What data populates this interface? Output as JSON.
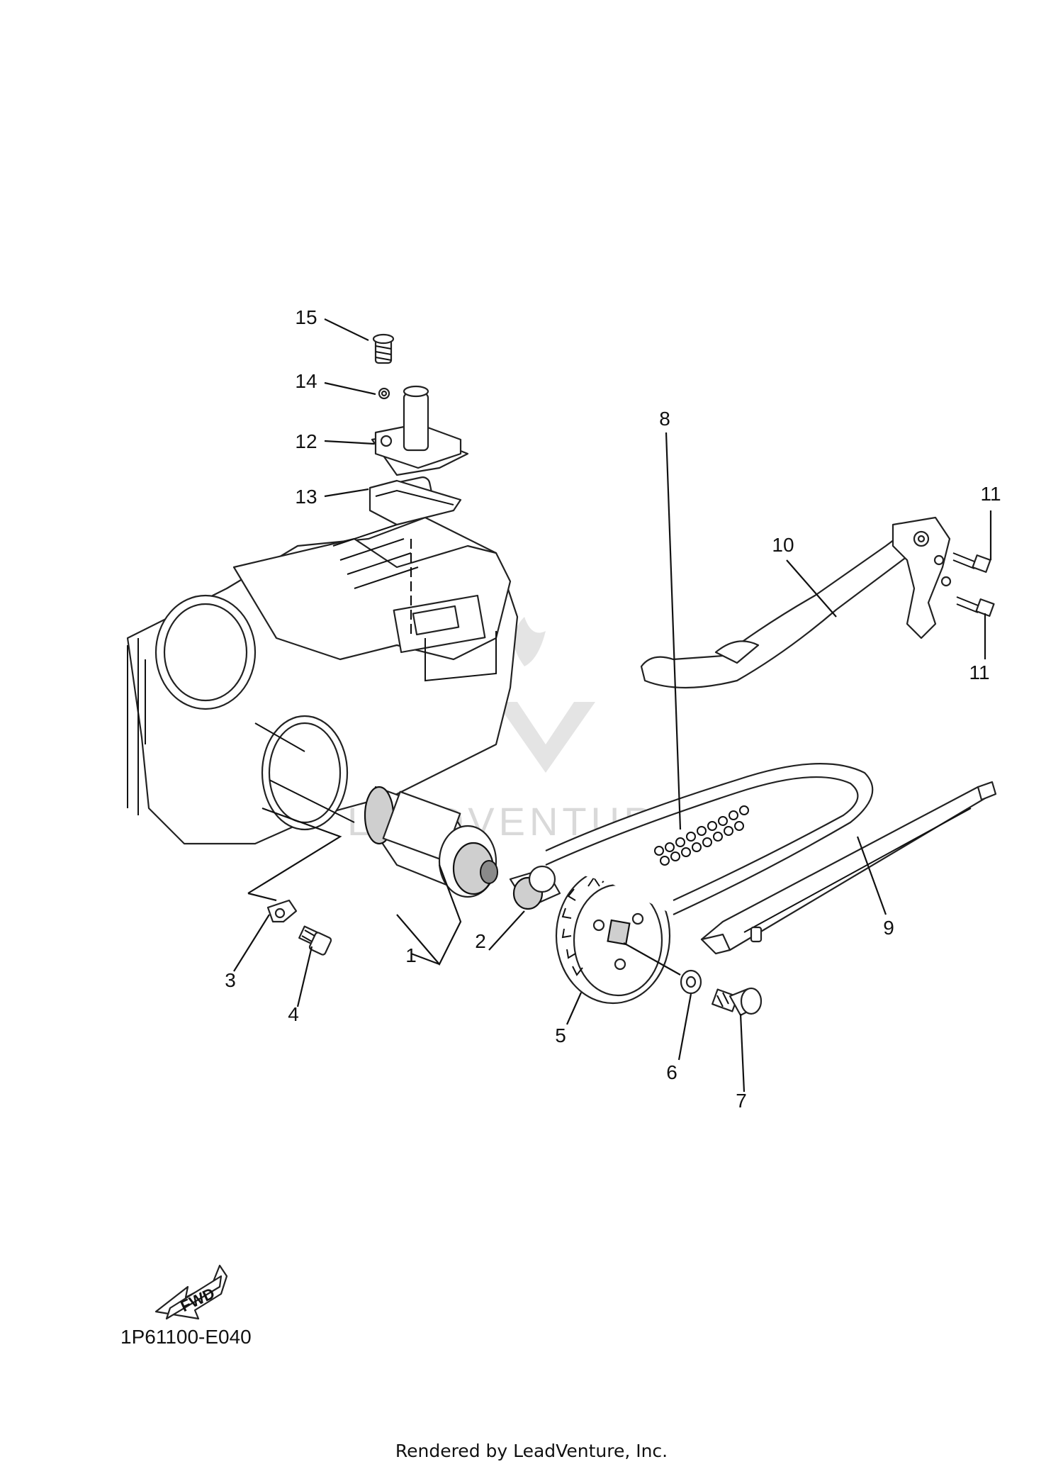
{
  "callouts": [
    {
      "id": "1",
      "label": "1"
    },
    {
      "id": "2",
      "label": "2"
    },
    {
      "id": "3",
      "label": "3"
    },
    {
      "id": "4",
      "label": "4"
    },
    {
      "id": "5",
      "label": "5"
    },
    {
      "id": "6",
      "label": "6"
    },
    {
      "id": "7",
      "label": "7"
    },
    {
      "id": "8",
      "label": "8"
    },
    {
      "id": "9",
      "label": "9"
    },
    {
      "id": "10",
      "label": "10"
    },
    {
      "id": "11a",
      "label": "11"
    },
    {
      "id": "11b",
      "label": "11"
    },
    {
      "id": "12",
      "label": "12"
    },
    {
      "id": "13",
      "label": "13"
    },
    {
      "id": "14",
      "label": "14"
    },
    {
      "id": "15",
      "label": "15"
    }
  ],
  "fwd_badge": "FWD",
  "diagram_code": "1P61100-E040",
  "watermark": "LEADVENTURE",
  "footer": "Rendered by LeadVenture, Inc."
}
